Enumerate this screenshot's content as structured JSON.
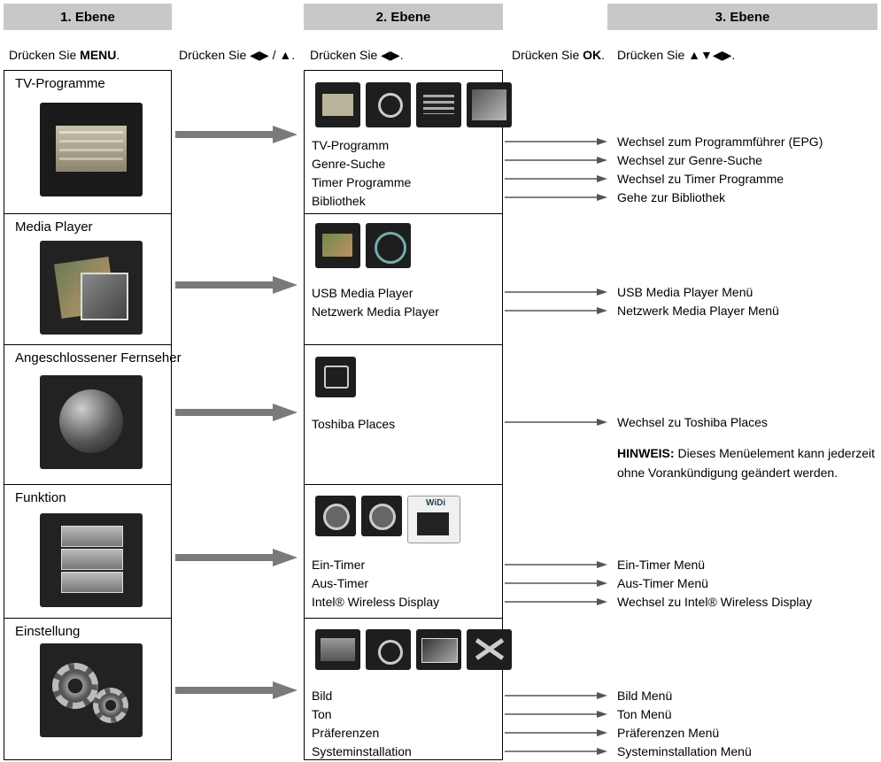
{
  "headers": {
    "level1": "1. Ebene",
    "level2": "2. Ebene",
    "level3": "3. Ebene"
  },
  "instructions": {
    "col1_prefix": "Drücken Sie",
    "col1_key": "MENU",
    "col1_suffix": ".",
    "col2_prefix": "Drücken Sie",
    "col2_keys": "◀▶ / ▲.",
    "col3_prefix": "Drücken Sie",
    "col3_keys": "◀▶.",
    "col4_prefix": "Drücken Sie",
    "col4_key": "OK",
    "col4_suffix": ".",
    "col5_prefix": "Drücken Sie",
    "col5_keys": "▲▼◀▶."
  },
  "rows": [
    {
      "title": "TV-Programme",
      "items": [
        "TV-Programm",
        "Genre-Suche",
        "Timer Programme",
        "Bibliothek"
      ],
      "results": [
        "Wechsel zum Programmführer (EPG)",
        "Wechsel zur Genre-Suche",
        "Wechsel zu Timer Programme",
        "Gehe zur Bibliothek"
      ]
    },
    {
      "title": "Media Player",
      "items": [
        "USB Media Player",
        "Netzwerk Media Player"
      ],
      "results": [
        "USB Media Player Menü",
        "Netzwerk Media Player Menü"
      ]
    },
    {
      "title": "Angeschlossener Fernseher",
      "items": [
        "Toshiba Places"
      ],
      "results": [
        "Wechsel zu Toshiba Places"
      ],
      "note_label": "HINWEIS:",
      "note_text": "Dieses Menüelement kann jederzeit",
      "note_text2": "ohne Vorankündigung geändert werden."
    },
    {
      "title": "Funktion",
      "items": [
        "Ein-Timer",
        "Aus-Timer",
        "Intel® Wireless Display"
      ],
      "results": [
        "Ein-Timer Menü",
        "Aus-Timer Menü",
        "Wechsel zu Intel® Wireless Display"
      ],
      "widi_label": "WiDi"
    },
    {
      "title": "Einstellung",
      "items": [
        "Bild",
        "Ton",
        "Präferenzen",
        "Systeminstallation"
      ],
      "results": [
        "Bild Menü",
        "Ton Menü",
        "Präferenzen Menü",
        "Systeminstallation Menü"
      ]
    }
  ]
}
